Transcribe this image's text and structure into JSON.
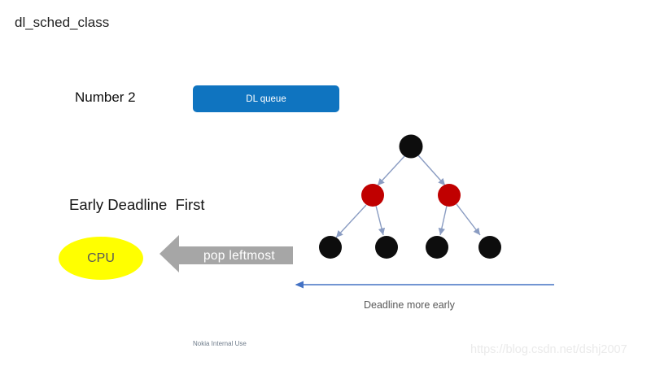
{
  "slide": {
    "title": "dl_sched_class",
    "number_label": "Number 2",
    "queue_button_label": "DL queue",
    "edf_heading": "Early Deadline  First",
    "cpu_label": "CPU",
    "pop_arrow_label": "pop leftmost",
    "axis_caption": "Deadline more early",
    "footer": "Nokia Internal Use",
    "watermark": "https://blog.csdn.net/dshj2007"
  },
  "colors": {
    "queue_button_bg": "#0f74c0",
    "node_black": "#0d0d0d",
    "node_red": "#c00000",
    "connector": "#8a9cc2",
    "axis_arrow": "#4472c4",
    "pop_arrow_fill": "#a6a6a6",
    "cpu_fill": "#ffff00"
  },
  "diagram": {
    "type": "red-black tree (deadline runqueue)",
    "root_node_color": "black",
    "level2_node_colors": [
      "red",
      "red"
    ],
    "leaf_node_colors": [
      "black",
      "black",
      "black",
      "black"
    ],
    "axis_direction": "earlier deadlines toward the left",
    "pop_target": "CPU receives leftmost (earliest-deadline) task"
  }
}
